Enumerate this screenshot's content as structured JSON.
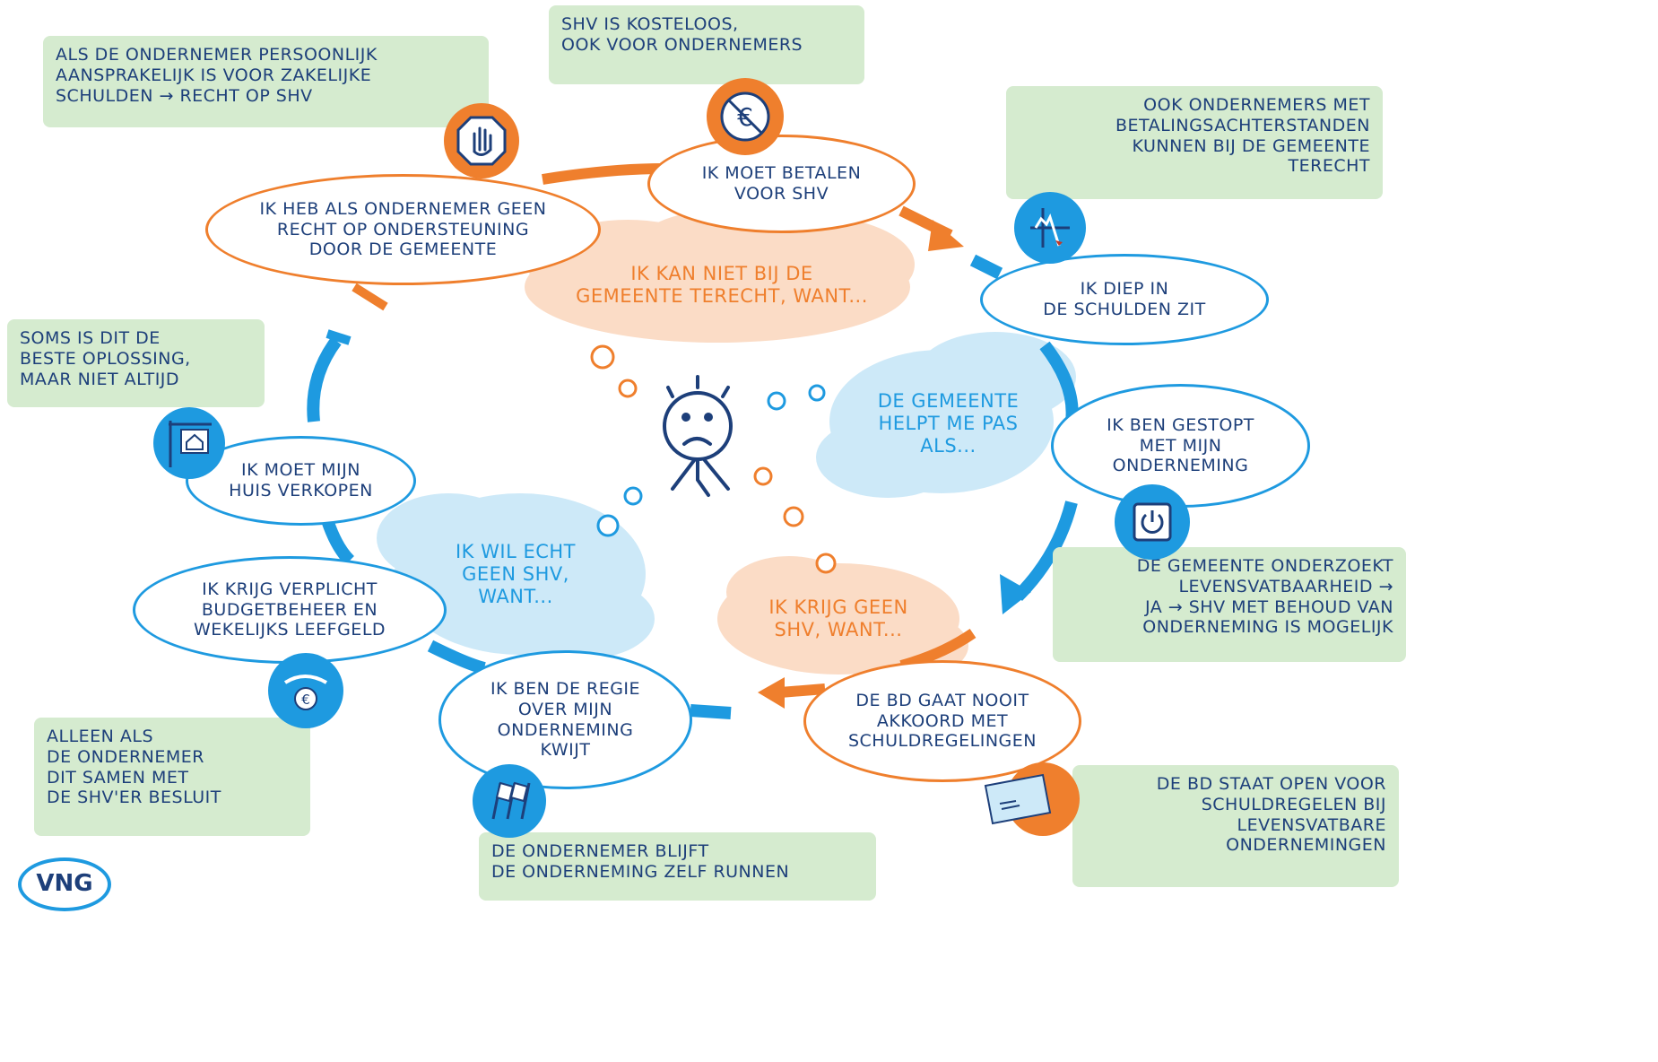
{
  "colors": {
    "orange": "#ef7f2d",
    "blue": "#1e9ae0",
    "green_box": "#d5ebcf",
    "text": "#1d3f7a",
    "orange_cloud": "#fbdcc6",
    "blue_cloud": "#cde9f8"
  },
  "notes": {
    "top_left": [
      "ALS DE ONDERNEMER  PERSOONLIJK",
      "AANSPRAKELIJK IS VOOR ZAKELIJKE",
      "SCHULDEN  → RECHT OP SHV"
    ],
    "top_center": [
      "SHV IS KOSTELOOS,",
      "OOK VOOR ONDERNEMERS"
    ],
    "top_right": [
      "OOK ONDERNEMERS MET",
      "BETALINGSACHTERSTANDEN",
      "KUNNEN BIJ DE GEMEENTE",
      "TERECHT"
    ],
    "left": [
      "SOMS IS DIT DE",
      "BESTE OPLOSSING,",
      "MAAR NIET ALTIJD"
    ],
    "right": [
      "DE GEMEENTE ONDERZOEKT",
      "LEVENSVATBAARHEID →",
      "JA → SHV MET BEHOUD VAN",
      "ONDERNEMING IS MOGELIJK"
    ],
    "bottom_left": [
      "ALLEEN ALS",
      "DE ONDERNEMER",
      "DIT SAMEN MET",
      "DE SHV'ER BESLUIT"
    ],
    "bottom_center": [
      "DE ONDERNEMER BLIJFT",
      "DE ONDERNEMING ZELF RUNNEN"
    ],
    "bottom_right": [
      "DE BD STAAT OPEN VOOR",
      "SCHULDREGELEN BIJ",
      "LEVENSVATBARE",
      "ONDERNEMINGEN"
    ]
  },
  "bubbles": {
    "geen_recht": [
      "IK HEB ALS ONDERNEMER GEEN",
      "RECHT OP ONDERSTEUNING",
      "DOOR DE GEMEENTE"
    ],
    "betalen": [
      "IK MOET BETALEN",
      "VOOR SHV"
    ],
    "diep_schulden": [
      "IK DIEP IN",
      "DE SCHULDEN ZIT"
    ],
    "gestopt": [
      "IK BEN GESTOPT",
      "MET MIJN",
      "ONDERNEMING"
    ],
    "bd_akkoord": [
      "DE BD GAAT NOOIT",
      "AKKOORD MET",
      "SCHULDREGELINGEN"
    ],
    "regie": [
      "IK BEN DE REGIE",
      "OVER MIJN",
      "ONDERNEMING",
      "KWIJT"
    ],
    "budgetbeheer": [
      "IK KRIJG VERPLICHT",
      "BUDGETBEHEER EN",
      "WEKELIJKS LEEFGELD"
    ],
    "huis": [
      "IK MOET MIJN",
      "HUIS VERKOPEN"
    ]
  },
  "clouds": {
    "gemeente_terecht": [
      "IK KAN NIET BIJ DE",
      "GEMEENTE TERECHT, WANT..."
    ],
    "helpt_pas": [
      "DE GEMEENTE",
      "HELPT ME PAS",
      "ALS..."
    ],
    "geen_shv_want": [
      "IK KRIJG GEEN",
      "SHV, WANT..."
    ],
    "wil_geen_shv": [
      "IK WIL ECHT",
      "GEEN SHV,",
      "WANT..."
    ]
  },
  "icons": [
    "stop-hand-icon",
    "no-euro-icon",
    "declining-chart-icon",
    "power-icon",
    "envelope-icon",
    "flags-icon",
    "hand-euro-icon",
    "house-for-sale-icon"
  ],
  "logo": "VNG"
}
